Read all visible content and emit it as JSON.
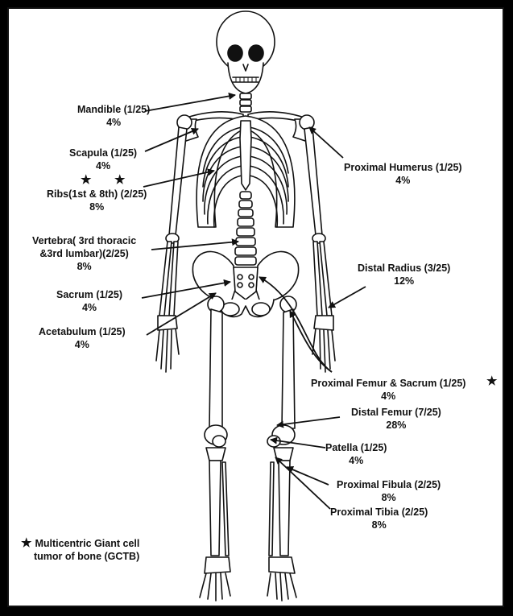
{
  "labels": {
    "mandible": {
      "name": "Mandible (1/25)",
      "pct": "4%"
    },
    "scapula": {
      "name": "Scapula (1/25)",
      "pct": "4%"
    },
    "ribs": {
      "name": "Ribs(1st & 8th) (2/25)",
      "pct": "8%"
    },
    "vertebra": {
      "line1": "Vertebra( 3rd thoracic",
      "line2": "&3rd lumbar)(2/25)",
      "pct": "8%"
    },
    "sacrum": {
      "name": "Sacrum (1/25)",
      "pct": "4%"
    },
    "acetabulum": {
      "name": "Acetabulum (1/25)",
      "pct": "4%"
    },
    "proximal_humerus": {
      "name": "Proximal Humerus (1/25)",
      "pct": "4%"
    },
    "distal_radius": {
      "name": "Distal Radius (3/25)",
      "pct": "12%"
    },
    "proximal_femur_sacrum": {
      "name": "Proximal Femur & Sacrum (1/25)",
      "pct": "4%"
    },
    "distal_femur": {
      "name": "Distal Femur (7/25)",
      "pct": "28%"
    },
    "patella": {
      "name": "Patella (1/25)",
      "pct": "4%"
    },
    "proximal_fibula": {
      "name": "Proximal Fibula (2/25)",
      "pct": "8%"
    },
    "proximal_tibia": {
      "name": "Proximal Tibia (2/25)",
      "pct": "8%"
    }
  },
  "legend": {
    "star": "★",
    "line1": "Multicentric Giant cell",
    "line2": "tumor of bone (GCTB)"
  },
  "star_glyph": "★"
}
